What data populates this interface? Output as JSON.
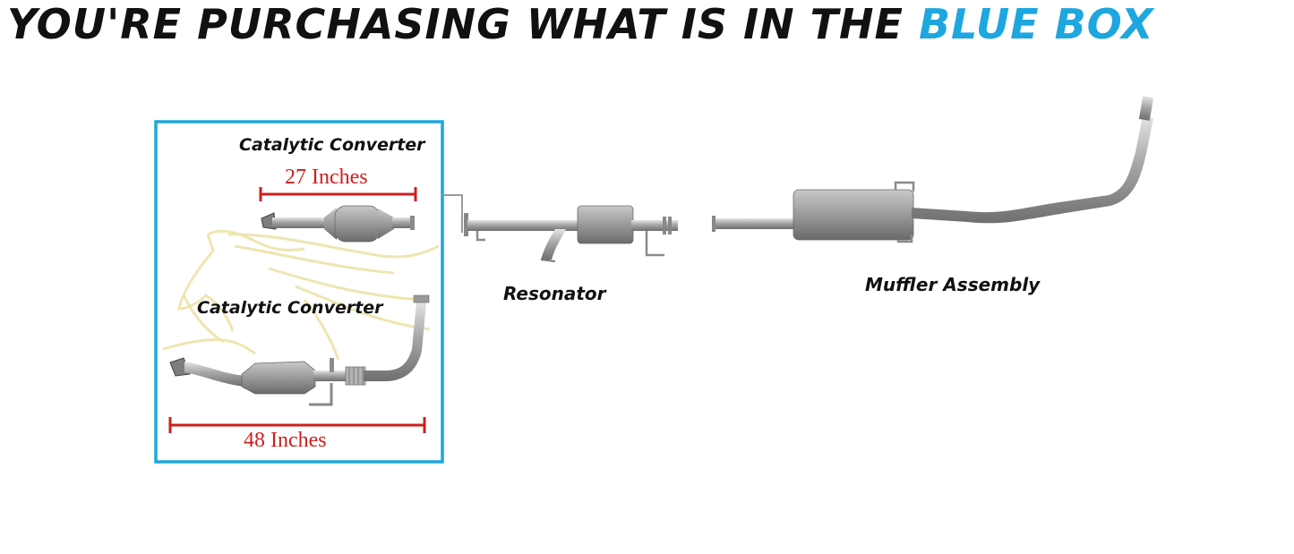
{
  "headline": {
    "main": "YOU'RE PURCHASING WHAT IS IN THE ",
    "highlight": "BLUE BOX",
    "highlight_color": "#1ea6df"
  },
  "box_color": "#1ea6df",
  "measure_color": "#cc1f1f",
  "parts": {
    "cat_converter_upper": {
      "label": "Catalytic Converter",
      "length": "27 Inches"
    },
    "cat_converter_lower": {
      "label": "Catalytic Converter",
      "length": "48 Inches"
    },
    "resonator": {
      "label": "Resonator"
    },
    "muffler": {
      "label": "Muffler Assembly"
    }
  },
  "icons": [
    "horse-logo-watermark"
  ]
}
